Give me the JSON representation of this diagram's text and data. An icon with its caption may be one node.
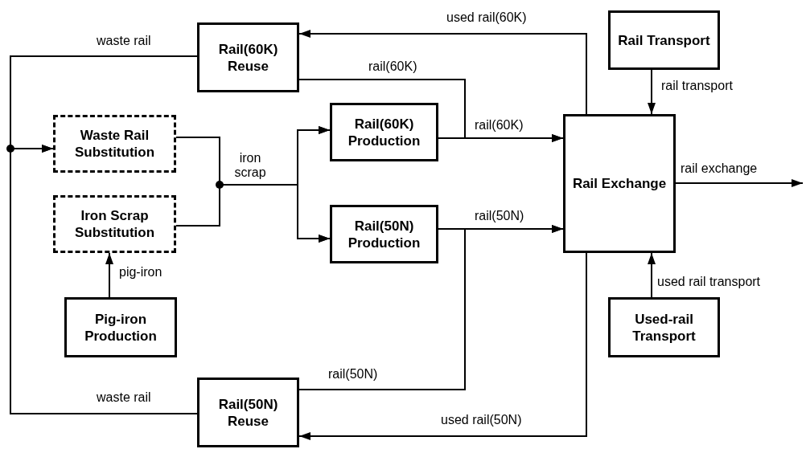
{
  "diagram": {
    "nodes": [
      {
        "text": [
          "Rail(60K) Reuse"
        ]
      },
      {
        "text": [
          "Waste Rail Substitution"
        ]
      },
      {
        "text": [
          "Iron Scrap Substitution"
        ]
      },
      {
        "text": [
          "Pig-iron Production"
        ]
      },
      {
        "text": [
          "Rail(60K) Production"
        ]
      },
      {
        "text": [
          "Rail(50N) Production"
        ]
      },
      {
        "text": [
          "Rail Exchange"
        ]
      },
      {
        "text": [
          "Rail Transport"
        ]
      },
      {
        "text": [
          "Used-rail Transport"
        ]
      },
      {
        "text": [
          "Rail(50N) Reuse"
        ]
      }
    ],
    "edges": [
      {
        "from": 0,
        "to": 1,
        "arrow": "to",
        "label": "waste rail"
      },
      {
        "from": 9,
        "to": 1,
        "arrow": "to",
        "label": "waste rail"
      },
      {
        "from": 1,
        "to": 4,
        "arrow": "to",
        "label": "iron scrap"
      },
      {
        "from": 1,
        "to": 5,
        "arrow": "to"
      },
      {
        "from": 2,
        "to": 4,
        "arrow": "to"
      },
      {
        "from": 2,
        "to": 5,
        "arrow": "to"
      },
      {
        "from": 3,
        "to": 2,
        "arrow": "to",
        "label": "pig-iron"
      },
      {
        "from": 4,
        "to": 6,
        "arrow": "to",
        "label": "rail(60K)"
      },
      {
        "from": 0,
        "to": 6,
        "arrow": "to",
        "label": "rail(60K)"
      },
      {
        "from": 5,
        "to": 6,
        "arrow": "to",
        "label": "rail(50N)"
      },
      {
        "from": 9,
        "to": 6,
        "arrow": "to",
        "label": "rail(50N)"
      },
      {
        "from": 6,
        "to": 0,
        "arrow": "to",
        "label": "used rail(60K)"
      },
      {
        "from": 6,
        "to": 9,
        "arrow": "to",
        "label": "used rail(50N)"
      },
      {
        "from": 7,
        "to": 6,
        "arrow": "to",
        "label": "rail transport"
      },
      {
        "from": 8,
        "to": 6,
        "arrow": "to",
        "label": "used rail transport"
      },
      {
        "from": 6,
        "to": null,
        "arrow": "to",
        "label": "rail exchange"
      }
    ]
  }
}
